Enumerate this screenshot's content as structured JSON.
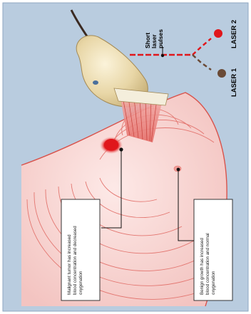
{
  "labels": {
    "short_pulses_line1": "Short",
    "short_pulses_line2": "laser",
    "short_pulses_line3": "pulses",
    "laser1": "LASER 1",
    "laser2": "LASER 2"
  },
  "callouts": {
    "malignant": [
      "Malignant tumor has increased",
      "blood concentration and decreased",
      "oxygenation"
    ],
    "benign": [
      "Benign growth has increased",
      "blood concentration and normal",
      "oxygenation"
    ]
  },
  "colors": {
    "background": "#b9ccdf",
    "tissue_light": "#f7d6d4",
    "tissue_ring": "#e37670",
    "tumor_red": "#e0161b",
    "pulse_red": "#e0161b",
    "laser1_brown": "#6a4a36",
    "laser2_red": "#e0161b",
    "probe_tan": "#e9d9aa"
  }
}
